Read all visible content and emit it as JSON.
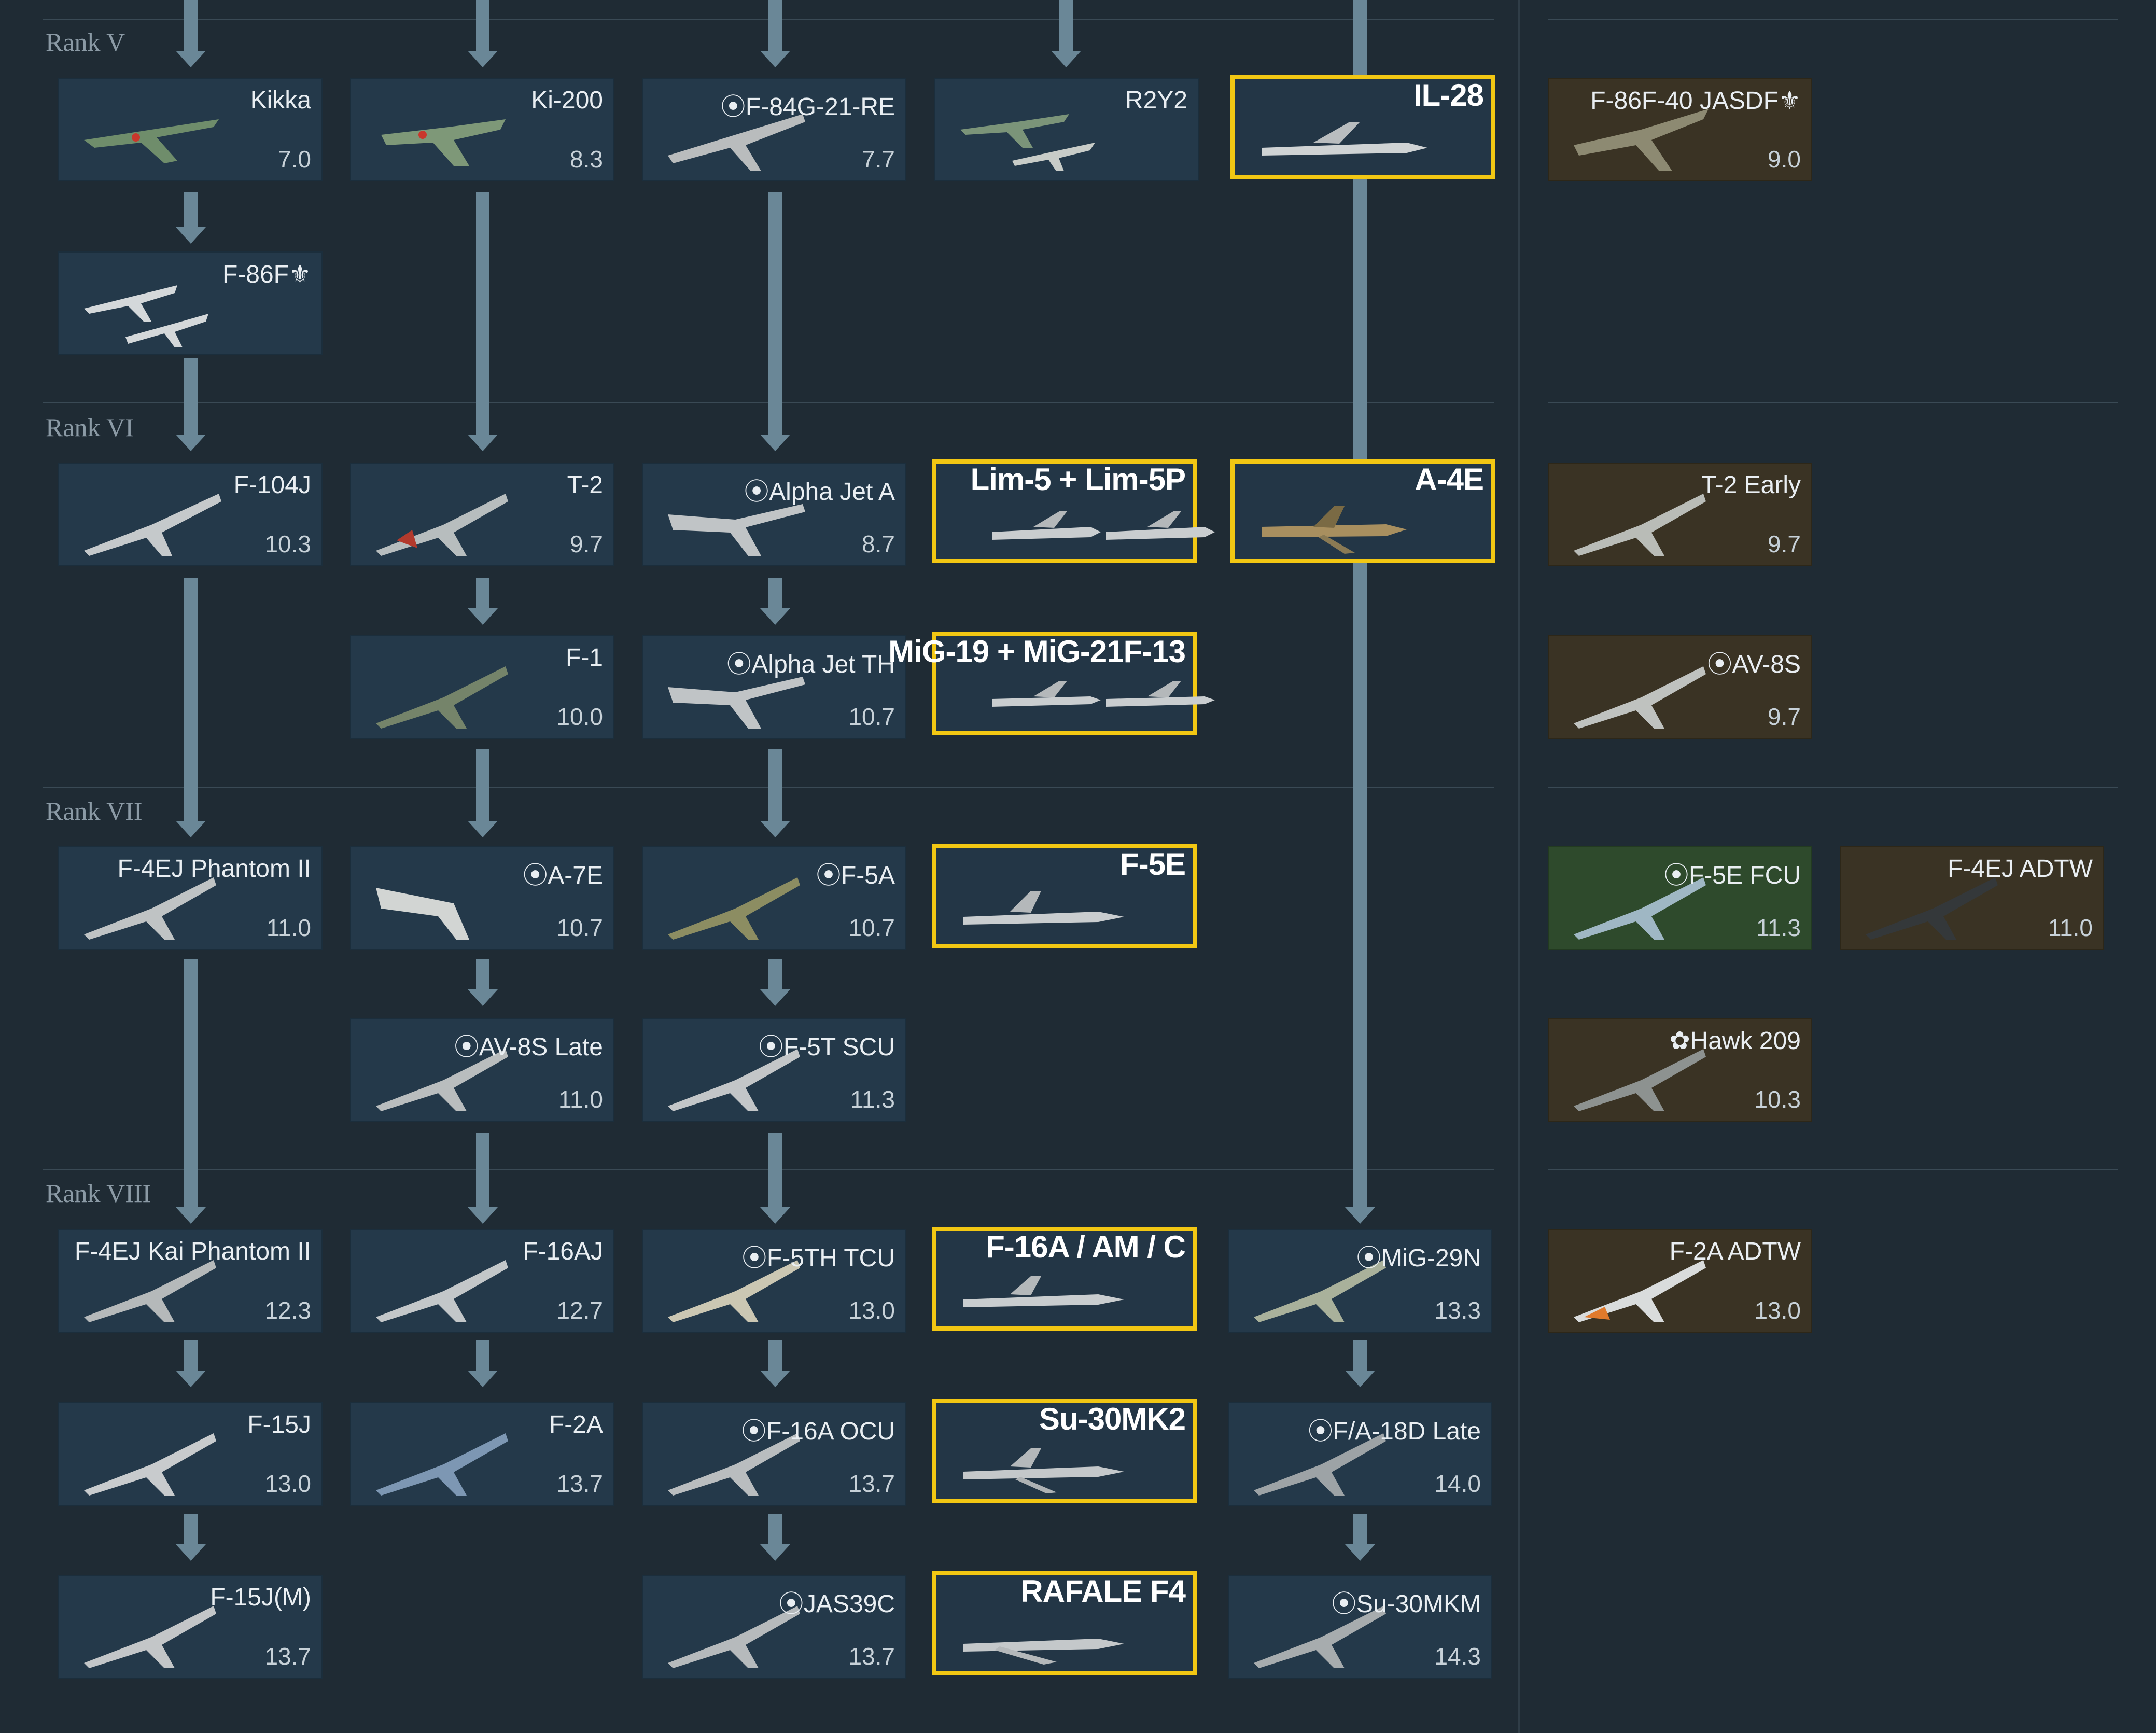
{
  "ranks": [
    "Rank V",
    "Rank VI",
    "Rank VII",
    "Rank VIII"
  ],
  "cards": {
    "kikka": {
      "name": "Kikka",
      "br": "7.0"
    },
    "ki200": {
      "name": "Ki-200",
      "br": "8.3"
    },
    "f84g": {
      "name": "⦿F-84G-21-RE",
      "br": "7.7"
    },
    "r2y2": {
      "name": "R2Y2",
      "br": ""
    },
    "il28": {
      "name": "IL-28"
    },
    "f86f40": {
      "name": "F-86F-40 JASDF⚜",
      "br": "9.0"
    },
    "f86f": {
      "name": "F-86F⚜",
      "br": ""
    },
    "f104j": {
      "name": "F-104J",
      "br": "10.3"
    },
    "t2": {
      "name": "T-2",
      "br": "9.7"
    },
    "alphajeta": {
      "name": "⦿Alpha Jet A",
      "br": "8.7"
    },
    "lim5": {
      "name": "Lim-5 + Lim-5P"
    },
    "a4e": {
      "name": "A-4E"
    },
    "t2early": {
      "name": "T-2 Early",
      "br": "9.7"
    },
    "f1": {
      "name": "F-1",
      "br": "10.0"
    },
    "alphajetth": {
      "name": "⦿Alpha Jet TH",
      "br": "10.7"
    },
    "mig19": {
      "name": "MiG-19 + MiG-21F-13"
    },
    "av8s": {
      "name": "⦿AV-8S",
      "br": "9.7"
    },
    "f4ej": {
      "name": "F-4EJ Phantom II",
      "br": "11.0"
    },
    "a7e": {
      "name": "⦿A-7E",
      "br": "10.7"
    },
    "f5a": {
      "name": "⦿F-5A",
      "br": "10.7"
    },
    "f5e": {
      "name": "F-5E"
    },
    "f5efcu": {
      "name": "⦿F-5E FCU",
      "br": "11.3"
    },
    "f4ejadtw": {
      "name": "F-4EJ ADTW",
      "br": "11.0"
    },
    "av8slate": {
      "name": "⦿AV-8S Late",
      "br": "11.0"
    },
    "f5tscu": {
      "name": "⦿F-5T SCU",
      "br": "11.3"
    },
    "hawk209": {
      "name": "✿Hawk 209",
      "br": "10.3"
    },
    "f4ejkai": {
      "name": "F-4EJ Kai Phantom II",
      "br": "12.3"
    },
    "f16aj": {
      "name": "F-16AJ",
      "br": "12.7"
    },
    "f5thtcu": {
      "name": "⦿F-5TH TCU",
      "br": "13.0"
    },
    "f16a": {
      "name": "F-16A / AM / C"
    },
    "mig29n": {
      "name": "⦿MiG-29N",
      "br": "13.3"
    },
    "f2aadtw": {
      "name": "F-2A ADTW",
      "br": "13.0"
    },
    "f15j": {
      "name": "F-15J",
      "br": "13.0"
    },
    "f2a": {
      "name": "F-2A",
      "br": "13.7"
    },
    "f16aocu": {
      "name": "⦿F-16A OCU",
      "br": "13.7"
    },
    "su30mk2": {
      "name": "Su-30MK2"
    },
    "fa18d": {
      "name": "⦿F/A-18D Late",
      "br": "14.0"
    },
    "f15jm": {
      "name": "F-15J(M)",
      "br": "13.7"
    },
    "jas39c": {
      "name": "⦿JAS39C",
      "br": "13.7"
    },
    "rafale": {
      "name": "RAFALE F4"
    },
    "su30mkm": {
      "name": "⦿Su-30MKM",
      "br": "14.3"
    }
  },
  "colors": {
    "background": "#1f2b34",
    "card": "#24394a",
    "premium_card": "#3a3324",
    "squadron_card": "#2e4a2c",
    "highlight_border": "#f2c713",
    "arrow": "#6a8797"
  }
}
